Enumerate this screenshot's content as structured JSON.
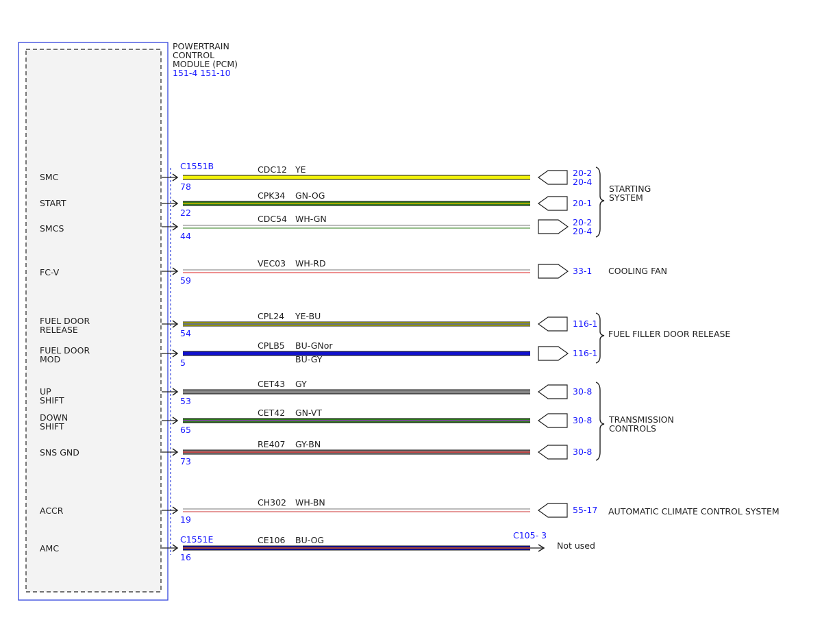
{
  "module": {
    "title_lines": [
      "POWERTRAIN",
      "CONTROL",
      "MODULE (PCM)"
    ],
    "refs": "151-4  151-10",
    "outline_color": "#3344dd"
  },
  "connectors": {
    "c1": "C1551B",
    "c2": "C1551E",
    "c3": "C105- 3"
  },
  "circuits": [
    {
      "signal": [
        "SMC"
      ],
      "pin": "78",
      "code": "CDC12",
      "color_label": [
        "YE"
      ],
      "wire_colors": [
        "#f2f20a"
      ],
      "wire_thick": true,
      "connector": "left",
      "refs": [
        "20-2",
        "20-4"
      ]
    },
    {
      "signal": [
        "START"
      ],
      "pin": "22",
      "code": "CPK34",
      "color_label": [
        "GN-OG"
      ],
      "wire_colors": [
        "#2e7d1a",
        "#c8b400"
      ],
      "wire_thick": true,
      "connector": "left",
      "refs": [
        "20-1"
      ]
    },
    {
      "signal": [
        "SMCS"
      ],
      "pin": "44",
      "code": "CDC54",
      "color_label": [
        "WH-GN"
      ],
      "wire_colors": [
        "#ffffff",
        "#2e7d1a"
      ],
      "wire_thick": false,
      "connector": "right",
      "refs": [
        "20-2",
        "20-4"
      ]
    },
    {
      "signal": [
        "FC-V"
      ],
      "pin": "59",
      "code": "VEC03",
      "color_label": [
        "WH-RD"
      ],
      "wire_colors": [
        "#ffffff",
        "#dd2222"
      ],
      "wire_thick": false,
      "connector": "right",
      "refs": [
        "33-1"
      ]
    },
    {
      "signal": [
        "FUEL DOOR",
        "RELEASE"
      ],
      "pin": "54",
      "code": "CPL24",
      "color_label": [
        "YE-BU"
      ],
      "wire_colors": [
        "#d6d600",
        "#3344aa"
      ],
      "wire_thick": true,
      "connector": "left",
      "refs": [
        "116-1"
      ]
    },
    {
      "signal": [
        "FUEL DOOR",
        "MOD"
      ],
      "pin": "5",
      "code": "CPLB5",
      "color_label": [
        "BU-GNor",
        "BU-GY"
      ],
      "wire_colors": [
        "#1111cc"
      ],
      "wire_thick": true,
      "connector": "right",
      "refs": [
        "116-1"
      ]
    },
    {
      "signal": [
        "UP",
        "SHIFT"
      ],
      "pin": "53",
      "code": "CET43",
      "color_label": [
        "GY"
      ],
      "wire_colors": [
        "#888888"
      ],
      "wire_thick": true,
      "connector": "left",
      "refs": [
        "30-8"
      ]
    },
    {
      "signal": [
        "DOWN",
        "SHIFT"
      ],
      "pin": "65",
      "code": "CET42",
      "color_label": [
        "GN-VT"
      ],
      "wire_colors": [
        "#2e7d1a",
        "#8844aa"
      ],
      "wire_thick": true,
      "connector": "left",
      "refs": [
        "30-8"
      ]
    },
    {
      "signal": [
        "SNS GND"
      ],
      "pin": "73",
      "code": "RE407",
      "color_label": [
        "GY-BN"
      ],
      "wire_colors": [
        "#888888",
        "#cc3333"
      ],
      "wire_thick": true,
      "connector": "left",
      "refs": [
        "30-8"
      ]
    },
    {
      "signal": [
        "ACCR"
      ],
      "pin": "19",
      "code": "CH302",
      "color_label": [
        "WH-BN"
      ],
      "wire_colors": [
        "#ffffff",
        "#cc3333"
      ],
      "wire_thick": false,
      "connector": "left",
      "refs": [
        "55-17"
      ]
    },
    {
      "signal": [
        "AMC"
      ],
      "pin": "16",
      "code": "CE106",
      "color_label": [
        "BU-OG"
      ],
      "wire_colors": [
        "#1111cc",
        "#cc5500"
      ],
      "wire_thick": true,
      "connector": "arrow",
      "refs": []
    }
  ],
  "groups": [
    {
      "label": [
        "STARTING",
        "SYSTEM"
      ]
    },
    {
      "label": [
        "COOLING FAN"
      ]
    },
    {
      "label": [
        "FUEL FILLER DOOR RELEASE"
      ]
    },
    {
      "label": [
        "TRANSMISSION",
        "CONTROLS"
      ]
    },
    {
      "label": [
        "AUTOMATIC CLIMATE CONTROL SYSTEM"
      ]
    },
    {
      "label": [
        "Not used"
      ]
    }
  ]
}
